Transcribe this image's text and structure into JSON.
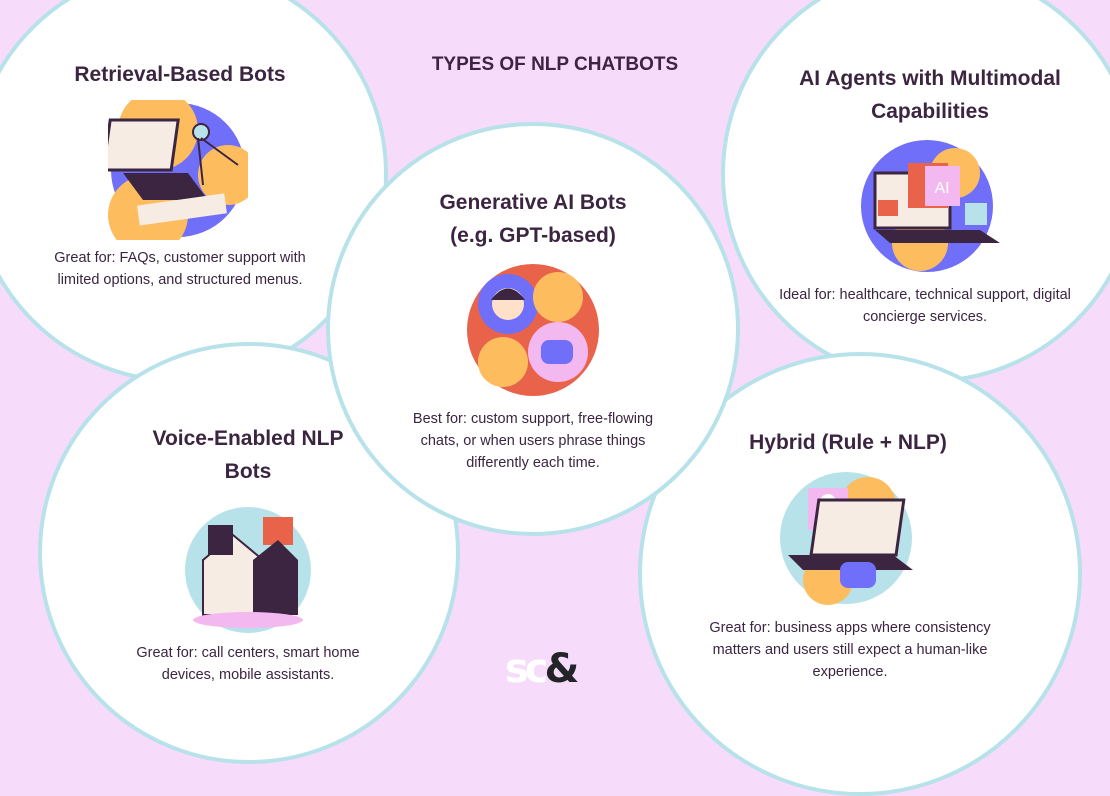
{
  "header": {
    "title": "TYPES OF NLP CHATBOTS"
  },
  "cards": [
    {
      "title": "Retrieval-Based Bots",
      "description": "Great for: FAQs, customer support with limited options, and structured menus.",
      "icon": "laptop-compass-icon"
    },
    {
      "title": "Voice-Enabled NLP Bots",
      "description": "Great for: call centers, smart home devices, mobile assistants.",
      "icon": "smart-home-icon"
    },
    {
      "title": "Generative AI Bots (e.g. GPT-based)",
      "description": "Best for: custom support, free-flowing chats, or when users phrase things differently each time.",
      "icon": "person-robot-chat-icon"
    },
    {
      "title": "AI Agents with Multimodal Capabilities",
      "description": "Ideal for: healthcare, technical support, digital concierge services.",
      "icon": "laptop-ai-icon",
      "badge": "AI"
    },
    {
      "title": "Hybrid (Rule + NLP)",
      "description": "Great for: business apps where consistency matters and users still expect a human-like experience.",
      "icon": "laptop-robot-icon"
    }
  ],
  "logo": {
    "text_a": "sc",
    "text_b": "&"
  },
  "colors": {
    "background": "#f7dbfb",
    "border": "#b7e2e9",
    "text": "#3b2540",
    "orange": "#fdbd5f",
    "blue": "#6f6ff9",
    "red": "#e8634a",
    "lightblue": "#b7e2e9"
  }
}
